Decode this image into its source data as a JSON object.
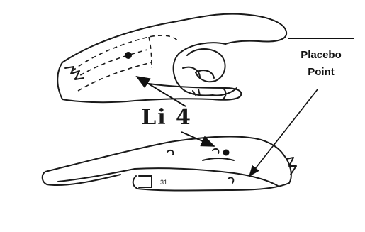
{
  "diagram": {
    "point_label": "Li 4",
    "callout": {
      "line1": "Placebo",
      "line2": "Point"
    },
    "colors": {
      "ink": "#1a1a1a",
      "background": "#ffffff"
    }
  }
}
